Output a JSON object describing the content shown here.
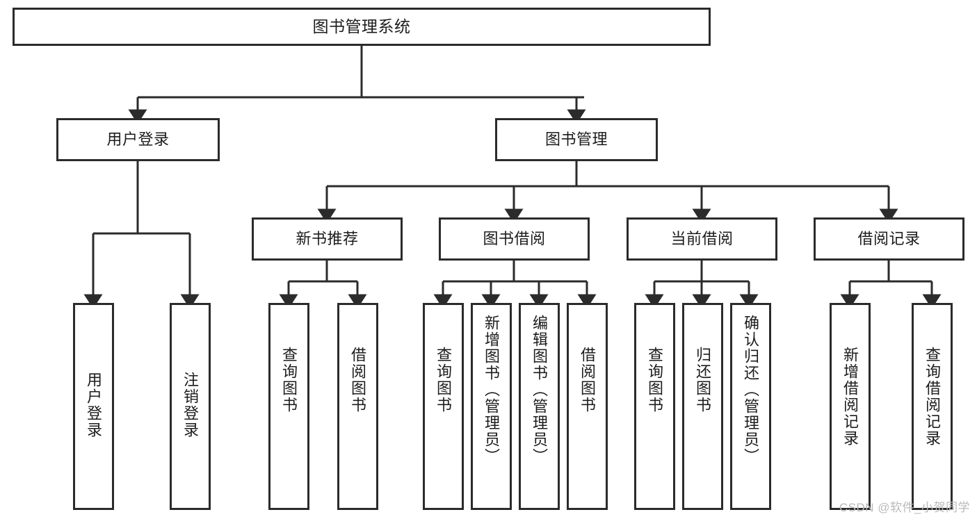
{
  "diagram": {
    "title": "图书管理系统",
    "type": "tree",
    "watermark": "CSDN @软件_小贺同学",
    "colors": {
      "stroke": "#2b2b2b",
      "fill": "#ffffff",
      "text": "#1c1c1c",
      "watermark": "#b9b9b9"
    },
    "root": {
      "label": "图书管理系统"
    },
    "level1": [
      {
        "label": "用户登录"
      },
      {
        "label": "图书管理"
      }
    ],
    "level2": [
      {
        "label": "新书推荐"
      },
      {
        "label": "图书借阅"
      },
      {
        "label": "当前借阅"
      },
      {
        "label": "借阅记录"
      }
    ],
    "leaves": {
      "user_login": [
        {
          "label": "用户登录"
        },
        {
          "label": "注销登录"
        }
      ],
      "new_book": [
        {
          "label": "查询图书"
        },
        {
          "label": "借阅图书"
        }
      ],
      "book_borrow": [
        {
          "label": "查询图书"
        },
        {
          "label": "新增图书（管理员）"
        },
        {
          "label": "编辑图书（管理员）"
        },
        {
          "label": "借阅图书"
        }
      ],
      "current_borrow": [
        {
          "label": "查询图书"
        },
        {
          "label": "归还图书"
        },
        {
          "label": "确认归还（管理员）"
        }
      ],
      "borrow_record": [
        {
          "label": "新增借阅记录"
        },
        {
          "label": "查询借阅记录"
        }
      ]
    }
  }
}
